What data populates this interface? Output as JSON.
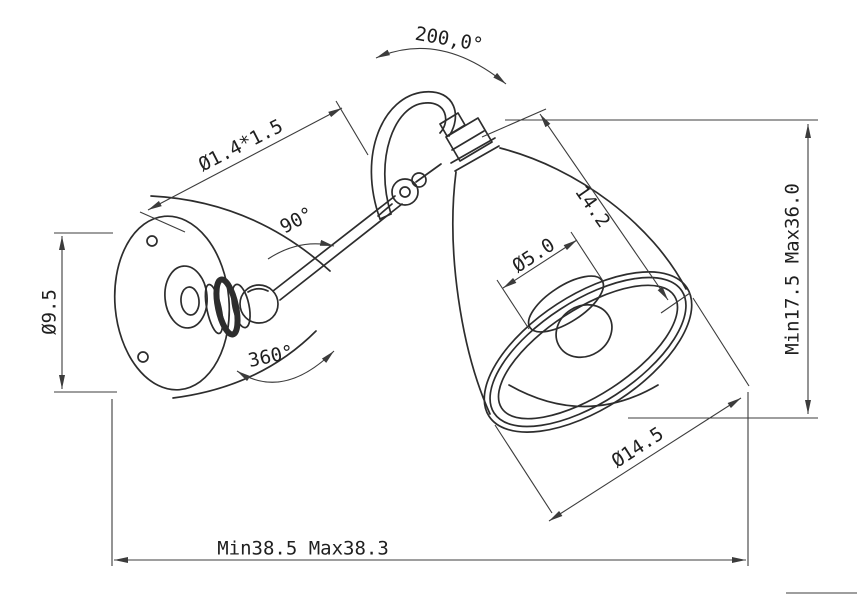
{
  "labels": {
    "rotation_top": "200,0°",
    "thread": "Ø1.4*1.5",
    "tilt_angle": "90°",
    "base_diameter": "Ø9.5",
    "rotation_base": "360°",
    "inner_diameter": "Ø5.0",
    "shade_side": "14.2",
    "height_range": "Min17.5 Max36.0",
    "shade_diameter": "Ø14.5",
    "width_range": "Min38.5 Max38.3"
  },
  "colors": {
    "line": "#2d2d2d",
    "dim": "#3c3c3c",
    "background": "#ffffff"
  }
}
